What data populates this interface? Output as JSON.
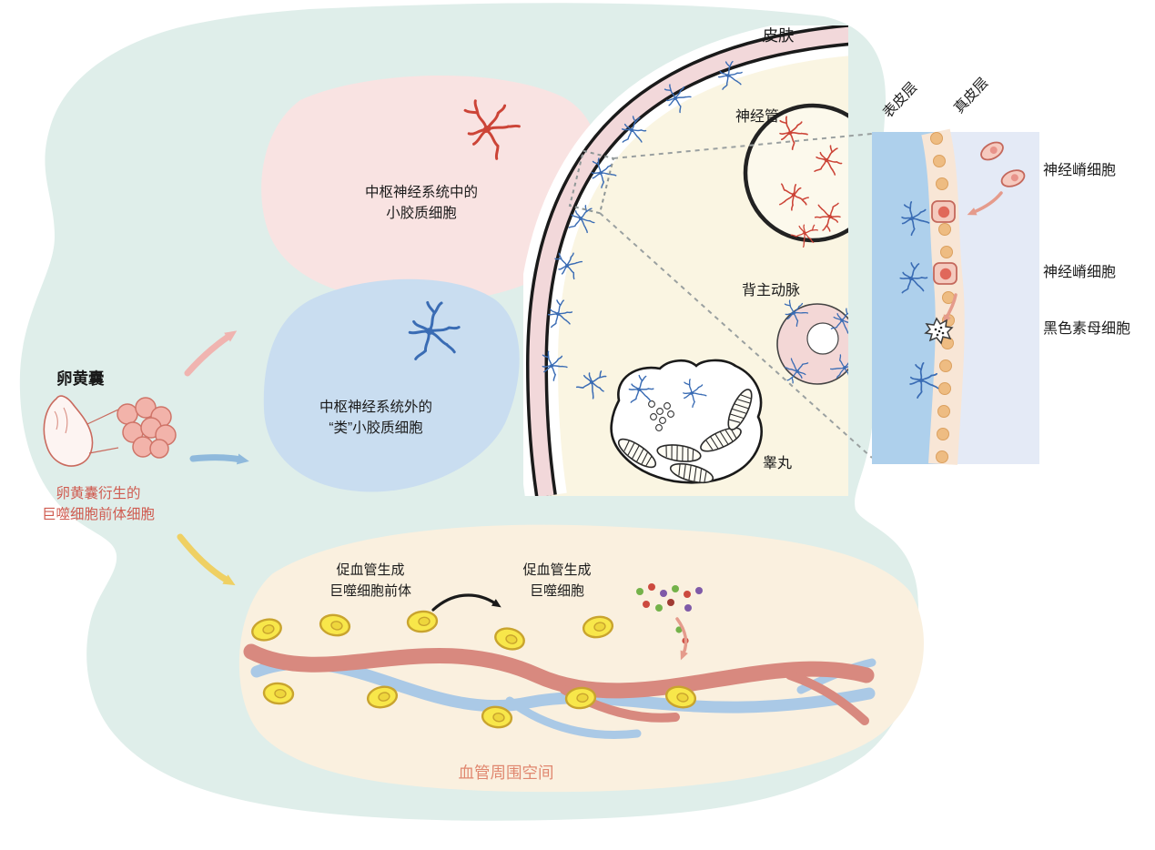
{
  "figure": {
    "yolk_sac": {
      "title": "卵黄囊",
      "derived_line1": "卵黄囊衍生的",
      "derived_line2": "巨噬细胞前体细胞"
    },
    "cns_region": {
      "line1": "中枢神经系统中的",
      "line2": "小胶质细胞"
    },
    "non_cns_region": {
      "line1": "中枢神经系统外的",
      "line2": "“类”小胶质细胞"
    },
    "embryo": {
      "skin": "皮肤",
      "neural_tube": "神经管",
      "dorsal_aorta": "背主动脉",
      "testis": "睾丸"
    },
    "skin_panel": {
      "epidermis": "表皮层",
      "dermis": "真皮层",
      "neural_crest_top": "神经嵴细胞",
      "neural_crest_mid": "神经嵴细胞",
      "melanoblast": "黑色素母细胞"
    },
    "perivascular": {
      "precursor_line1": "促血管生成",
      "precursor_line2": "巨噬细胞前体",
      "macrophage_line1": "促血管生成",
      "macrophage_line2": "巨噬细胞",
      "space": "血管周围空间"
    }
  },
  "colors": {
    "background_blob": "#dfeeea",
    "cns_blob": "#f9e3e2",
    "non_cns_blob": "#c9ddf0",
    "perivascular_blob": "#faf0df",
    "red_cell": "#cc4437",
    "blue_cell": "#3a6cb4",
    "yellow_cell": "#f8e74a",
    "vessel_red": "#d8897f",
    "vessel_blue": "#aac9e6",
    "skin_band": "#f2d8da",
    "epidermis_dot": "#eebc82",
    "accent_red_text": "#cf5b50",
    "perivascular_text": "#e0876f"
  }
}
